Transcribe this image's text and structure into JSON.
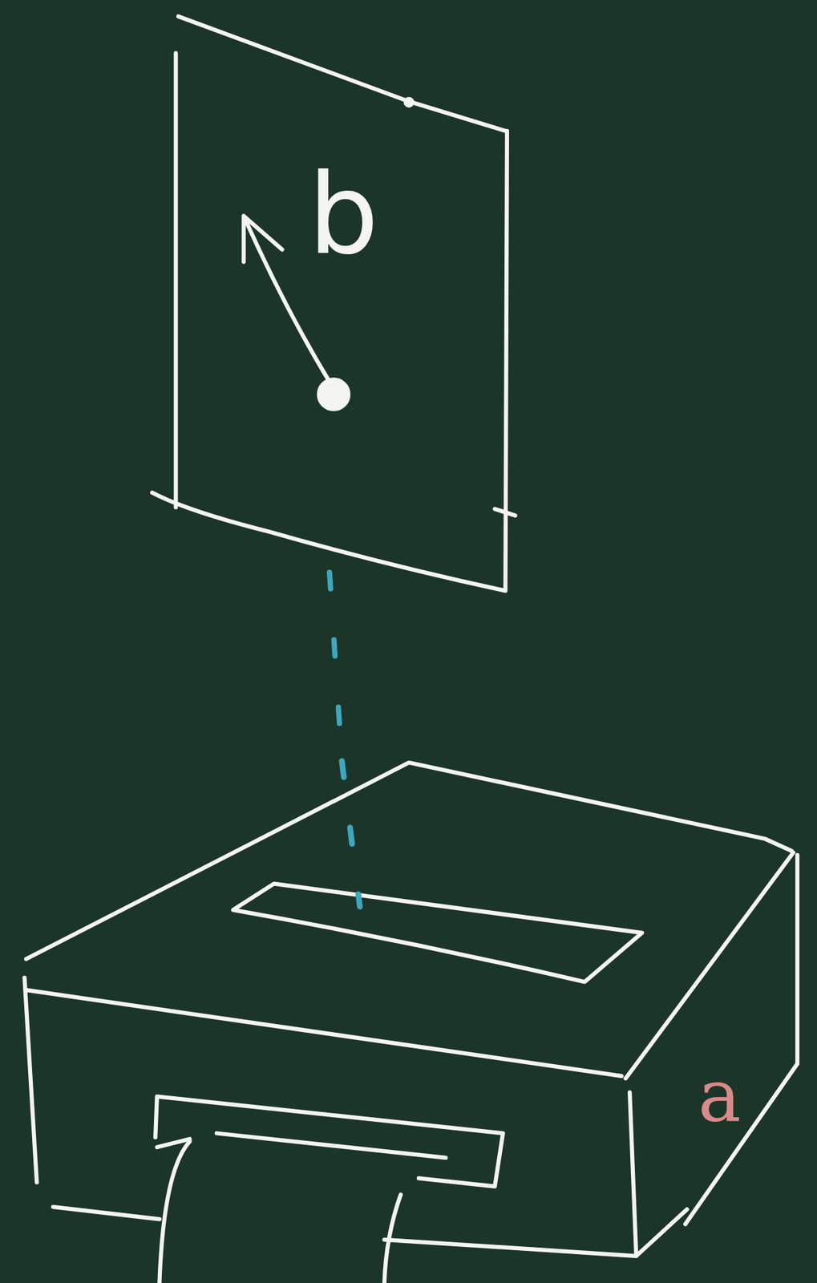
{
  "diagram": {
    "nodes": [
      {
        "text": [
          "b"
        ]
      },
      {
        "text": [
          "a"
        ]
      }
    ],
    "edges": [
      {
        "from": 0,
        "to": 1,
        "arrow": "none"
      }
    ]
  }
}
